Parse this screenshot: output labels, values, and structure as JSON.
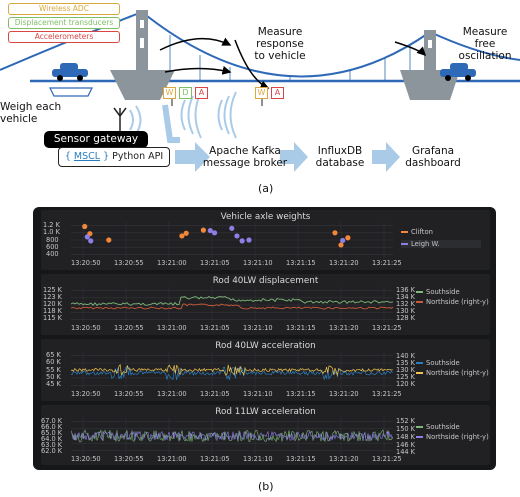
{
  "legend": {
    "wireless": "Wireless ADC",
    "displacement": "Displacement transducers",
    "accelerometers": "Accelerometers"
  },
  "colors": {
    "wireless": "#d9a93d",
    "displacement": "#7fbe64",
    "accelerometers": "#d94646",
    "cable": "#2e69b7",
    "arrow": "#aacbe8",
    "clifton": "#f2873a",
    "leigh": "#8c7fe6",
    "southside": "#7ab7e8",
    "northside": "#f1c54e",
    "green": "#7fb87a",
    "rust": "#c95b3b",
    "blue2": "#2c7fbf"
  },
  "labels": {
    "measure_response": "Measure\nresponse\nto vehicle",
    "measure_free": "Measure\nfree\noscillation",
    "weigh": "Weigh each\nvehicle",
    "gateway": "Sensor gateway",
    "api_brace_l": "{",
    "api_mscl": "MSCL",
    "api_brace_r": "}",
    "api_rest": "Python API",
    "kafka": "Apache Kafka\nmessage broker",
    "influx": "InfluxDB\ndatabase",
    "grafana": "Grafana\ndashboard",
    "tag_w": "W",
    "tag_d": "D",
    "tag_a": "A",
    "caption_a": "(a)",
    "caption_b": "(b)"
  },
  "time_ticks": [
    "13:20:50",
    "13:20:55",
    "13:21:00",
    "13:21:05",
    "13:21:10",
    "13:21:15",
    "13:21:20",
    "13:21:25"
  ],
  "chart_data": [
    {
      "type": "scatter",
      "title": "Vehicle axle weights",
      "y_ticks": [
        "1.2 K",
        "1.0 K",
        "800",
        "600",
        "400"
      ],
      "ylim": [
        400,
        1200
      ],
      "x_ticks": [
        "13:20:50",
        "13:20:55",
        "13:21:00",
        "13:21:05",
        "13:21:10",
        "13:21:15",
        "13:21:20",
        "13:21:25"
      ],
      "series": [
        {
          "name": "Clifton",
          "points": [
            [
              0.2,
              1100
            ],
            [
              0.8,
              940
            ],
            [
              3.0,
              800
            ],
            [
              11.5,
              890
            ],
            [
              12.0,
              950
            ],
            [
              14.0,
              1020
            ],
            [
              29.3,
              960
            ],
            [
              30.0,
              690
            ],
            [
              30.8,
              850
            ]
          ]
        },
        {
          "name": "Leigh W.",
          "points": [
            [
              0.5,
              870
            ],
            [
              0.9,
              780
            ],
            [
              14.8,
              1010
            ],
            [
              15.3,
              960
            ],
            [
              17.3,
              1060
            ],
            [
              17.9,
              890
            ],
            [
              18.5,
              780
            ],
            [
              19.3,
              800
            ],
            [
              30.2,
              790
            ]
          ]
        }
      ]
    },
    {
      "type": "line",
      "title": "Rod 40LW displacement",
      "y_ticks": [
        "125 K",
        "123 K",
        "120 K",
        "118 K",
        "115 K"
      ],
      "y2_ticks": [
        "136 K",
        "134 K",
        "132 K",
        "130 K",
        "128 K"
      ],
      "x_ticks": [
        "13:20:50",
        "13:20:55",
        "13:21:00",
        "13:21:05",
        "13:21:10",
        "13:21:15",
        "13:21:20",
        "13:21:25"
      ],
      "series": [
        {
          "name": "Southside"
        },
        {
          "name": "Northside (right-y)"
        }
      ]
    },
    {
      "type": "line",
      "title": "Rod 40LW acceleration",
      "y_ticks": [
        "65 K",
        "60 K",
        "55 K",
        "50 K",
        "45 K"
      ],
      "y2_ticks": [
        "140 K",
        "135 K",
        "130 K",
        "125 K",
        "120 K"
      ],
      "x_ticks": [
        "13:20:50",
        "13:20:55",
        "13:21:00",
        "13:21:05",
        "13:21:10",
        "13:21:15",
        "13:21:20",
        "13:21:25"
      ],
      "series": [
        {
          "name": "Southside"
        },
        {
          "name": "Northside (right-y)"
        }
      ]
    },
    {
      "type": "line",
      "title": "Rod 11LW acceleration",
      "y_ticks": [
        "67.0 K",
        "66.0 K",
        "65.0 K",
        "64.0 K",
        "63.0 K",
        "62.0 K"
      ],
      "y2_ticks": [
        "152 K",
        "150 K",
        "148 K",
        "146 K",
        "144 K"
      ],
      "x_ticks": [
        "13:20:50",
        "13:20:55",
        "13:21:00",
        "13:21:05",
        "13:21:10",
        "13:21:15",
        "13:21:20",
        "13:21:25"
      ],
      "series": [
        {
          "name": "Southside"
        },
        {
          "name": "Northside (right-y)"
        }
      ]
    }
  ]
}
